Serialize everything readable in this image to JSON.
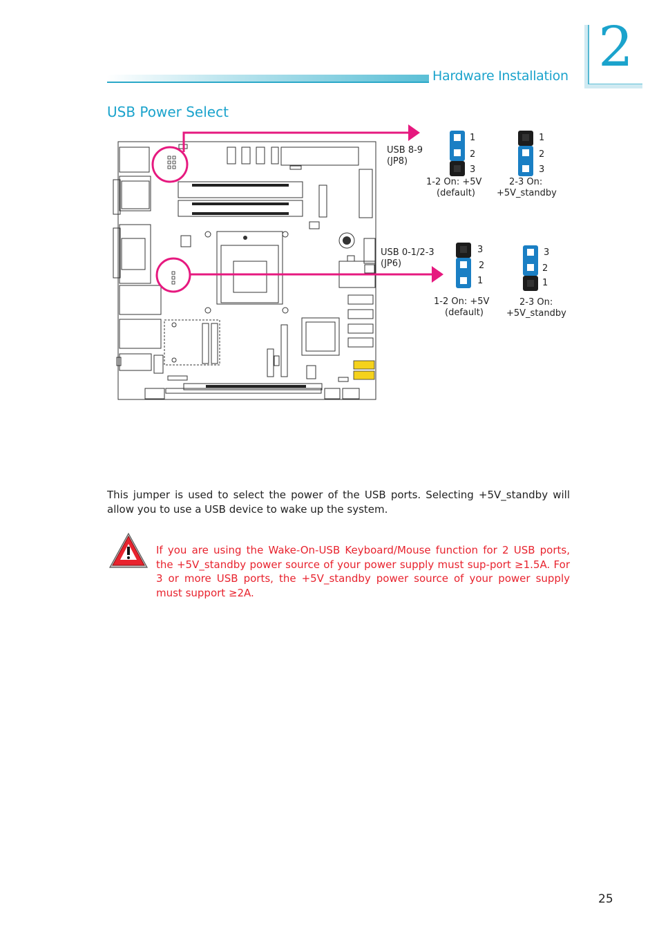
{
  "header": {
    "section": "Hardware Installation",
    "chapter_number": "2"
  },
  "section_title": "USB Power Select",
  "jp8": {
    "name": "USB 8-9",
    "ref": "(JP8)",
    "pins": [
      "1",
      "2",
      "3"
    ],
    "option1_line1": "1-2 On: +5V",
    "option1_line2": "(default)",
    "option2_line1": "2-3 On:",
    "option2_line2": "+5V_standby"
  },
  "jp6": {
    "name": "USB 0-1/2-3",
    "ref": "(JP6)",
    "pins": [
      "3",
      "2",
      "1"
    ],
    "option1_line1": "1-2 On: +5V",
    "option1_line2": "(default)",
    "option2_line1": "2-3 On:",
    "option2_line2": "+5V_standby"
  },
  "description": "This jumper is used to select the power of the USB ports. Selecting +5V_standby will allow you to use a USB device to wake up the system.",
  "warning": "If you are using the Wake-On-USB Keyboard/Mouse function for 2 USB ports, the +5V_standby power source of your power supply must sup-port ≥1.5A. For 3 or more USB ports, the +5V_standby power source of your power supply must support ≥2A.",
  "page_number": "25",
  "colors": {
    "accent": "#1ba3cc",
    "arrow": "#e6197f",
    "jumper_cap": "#1a7fc4",
    "warning_text": "#e8232e"
  }
}
